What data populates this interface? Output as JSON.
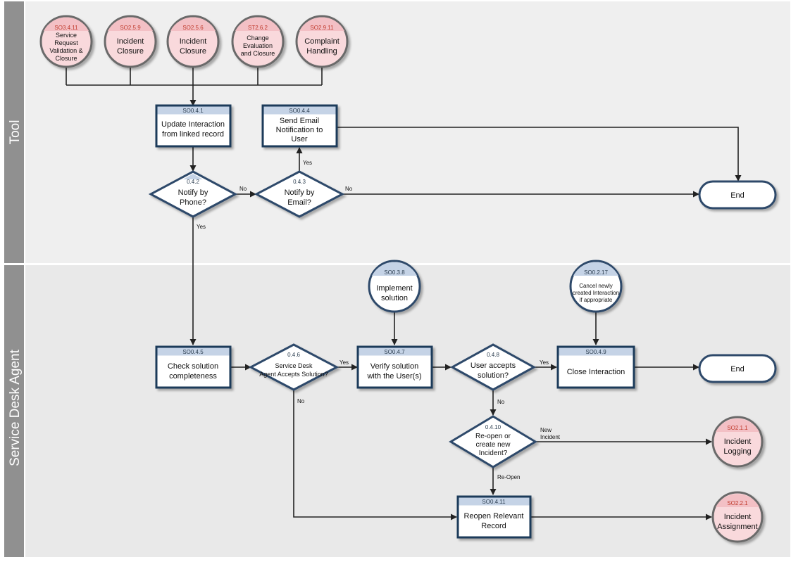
{
  "colors": {
    "lane_bg_tool": "#efefef",
    "lane_bg_agent": "#e9e9e9",
    "lane_header": "#909090",
    "ref_circle_fill": "#f9d9dc",
    "ref_circle_stroke": "#b54a52",
    "ref_id_text": "#c0392b",
    "step_header": "#c5d3e6",
    "step_stroke": "#1f3a5a",
    "connector": "#222222"
  },
  "lanes": {
    "tool": "Tool",
    "agent": "Service Desk Agent"
  },
  "refs": {
    "so3411": {
      "id": "SO3.4.11",
      "lines": [
        "Service",
        "Request",
        "Validation &",
        "Closure"
      ]
    },
    "so259": {
      "id": "SO2.5.9",
      "lines": [
        "Incident",
        "Closure"
      ]
    },
    "so256": {
      "id": "SO2.5.6",
      "lines": [
        "Incident",
        "Closure"
      ]
    },
    "st262": {
      "id": "ST2.6.2",
      "lines": [
        "Change",
        "Evaluation",
        "and Closure"
      ]
    },
    "so2911": {
      "id": "SO2.9.11",
      "lines": [
        "Complaint",
        "Handling"
      ]
    },
    "so211": {
      "id": "SO2.1.1",
      "lines": [
        "Incident",
        "Logging"
      ]
    },
    "so221": {
      "id": "SO2.2.1",
      "lines": [
        "Incident",
        "Assignment"
      ]
    }
  },
  "steps": {
    "s041": {
      "id": "SO0.4.1",
      "lines": [
        "Update Interaction",
        "from linked record"
      ]
    },
    "s044": {
      "id": "SO0.4.4",
      "lines": [
        "Send Email",
        "Notification to",
        "User"
      ]
    },
    "s045": {
      "id": "SO0.4.5",
      "lines": [
        "Check solution",
        "completeness"
      ]
    },
    "s047": {
      "id": "SO0.4.7",
      "lines": [
        "Verify solution",
        "with the User(s)"
      ]
    },
    "s049": {
      "id": "SO0.4.9",
      "lines": [
        "Close Interaction"
      ]
    },
    "s0411": {
      "id": "SO0.4.11",
      "lines": [
        "Reopen Relevant",
        "Record"
      ]
    }
  },
  "sub_circles": {
    "so038": {
      "id": "SO0.3.8",
      "lines": [
        "Implement",
        "solution"
      ]
    },
    "so0217": {
      "id": "SO0.2.17",
      "lines": [
        "Cancel newly",
        "created Interaction",
        "if appropriate"
      ]
    }
  },
  "decisions": {
    "d042": {
      "id": "0.4.2",
      "lines": [
        "Notify by",
        "Phone?"
      ]
    },
    "d043": {
      "id": "0.4.3",
      "lines": [
        "Notify by",
        "Email?"
      ]
    },
    "d046": {
      "id": "0.4.6",
      "lines": [
        "Service Desk",
        "Agent Accepts Solution?"
      ]
    },
    "d048": {
      "id": "0.4.8",
      "lines": [
        "User accepts",
        "solution?"
      ]
    },
    "d0410": {
      "id": "0.4.10",
      "lines": [
        "Re-open or",
        "create new",
        "Incident?"
      ]
    }
  },
  "terminals": {
    "end1": "End",
    "end2": "End"
  },
  "edge_labels": {
    "no_042": "No",
    "yes_042": "Yes",
    "yes_043": "Yes",
    "no_043": "No",
    "yes_046": "Yes",
    "no_046": "No",
    "yes_048": "Yes",
    "no_048": "No",
    "new_incident_1": "New",
    "new_incident_2": "Incident",
    "reopen_0410": "Re-Open"
  }
}
